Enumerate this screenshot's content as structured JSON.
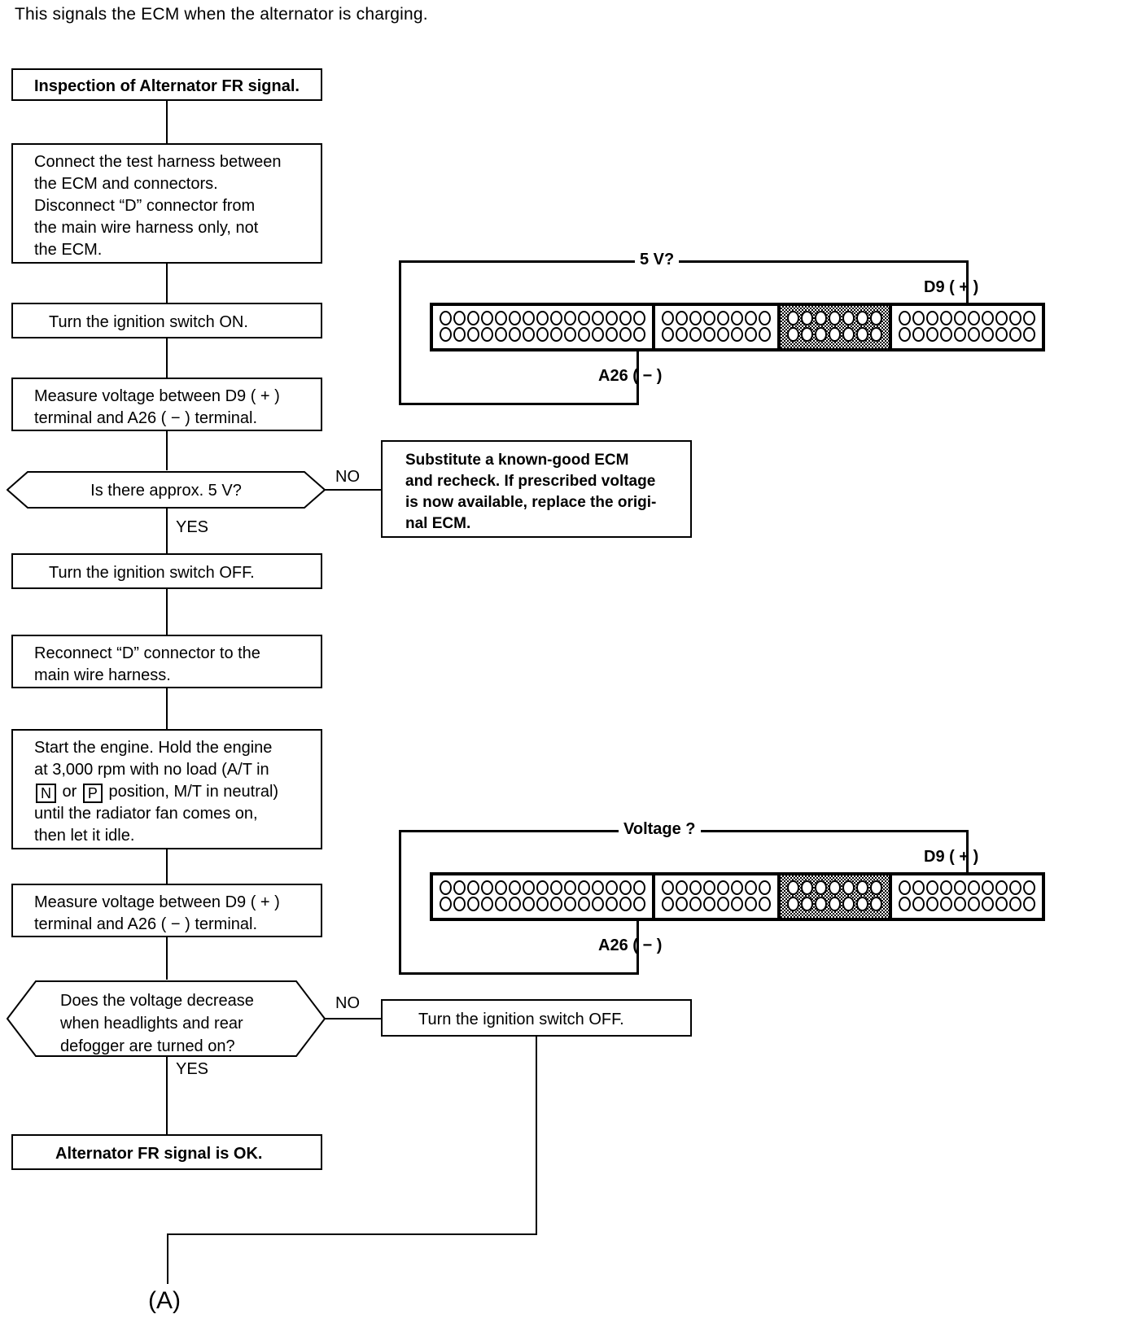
{
  "intro": "This signals the ECM when the alternator is charging.",
  "flow": {
    "start": "Inspection of Alternator FR signal.",
    "step_connect": "Connect the test harness between the ECM and connectors. Disconnect “D” connector from the main wire harness only, not the ECM.",
    "step_connect_lines": [
      "Connect the test harness between",
      "the ECM and connectors.",
      "Disconnect “D” connector from",
      "the main wire harness only, not",
      "the ECM."
    ],
    "step_ign_on": "Turn the ignition switch ON.",
    "step_measure_1_lines": [
      "Measure voltage between D9 ( + )",
      "terminal and A26 ( − ) terminal."
    ],
    "decision_1": "Is there approx. 5 V?",
    "decision_1_no": "NO",
    "decision_1_yes": "YES",
    "substitute_ecm_lines": [
      "Substitute a known-good ECM",
      "and recheck. If prescribed voltage",
      "is now available, replace the origi-",
      "nal ECM."
    ],
    "step_ign_off_1": "Turn the ignition switch OFF.",
    "step_reconnect_lines": [
      "Reconnect “D” connector to the",
      "main wire harness."
    ],
    "step_engine_lines": [
      "Start the engine. Hold the engine",
      "at 3,000 rpm with no load (A/T in",
      "{N} or {P} position, M/T in neutral)",
      "until the radiator fan comes on,",
      "then let it idle."
    ],
    "step_engine_keys": [
      "N",
      "P"
    ],
    "step_measure_2_lines": [
      "Measure voltage between D9 ( + )",
      "terminal and A26 ( − ) terminal."
    ],
    "decision_2_lines": [
      "Does the voltage decrease",
      "when headlights and rear",
      "defogger are turned on?"
    ],
    "decision_2_no": "NO",
    "decision_2_yes": "YES",
    "step_ign_off_2": "Turn the ignition switch OFF.",
    "result_ok": "Alternator FR signal is OK.",
    "off_page_ref": "(A)"
  },
  "connector_top": {
    "measure_label": "5 V?",
    "positive_terminal": "D9 ( + )",
    "negative_terminal": "A26 ( − )",
    "segments": [
      {
        "name": "segment-a",
        "pins_per_row": 15,
        "rows": 2,
        "shaded": false
      },
      {
        "name": "segment-b",
        "pins_per_row": 8,
        "rows": 2,
        "shaded": false
      },
      {
        "name": "segment-c",
        "pins_per_row": 7,
        "rows": 2,
        "shaded": true
      },
      {
        "name": "segment-d",
        "pins_per_row": 10,
        "rows": 2,
        "shaded": false
      }
    ]
  },
  "connector_bottom": {
    "measure_label": "Voltage ?",
    "positive_terminal": "D9 ( + )",
    "negative_terminal": "A26 ( − )",
    "segments": [
      {
        "name": "segment-a",
        "pins_per_row": 15,
        "rows": 2,
        "shaded": false
      },
      {
        "name": "segment-b",
        "pins_per_row": 8,
        "rows": 2,
        "shaded": false
      },
      {
        "name": "segment-c",
        "pins_per_row": 7,
        "rows": 2,
        "shaded": true
      },
      {
        "name": "segment-d",
        "pins_per_row": 10,
        "rows": 2,
        "shaded": false
      }
    ]
  },
  "colors": {
    "ink": "#000000",
    "paper": "#ffffff"
  }
}
